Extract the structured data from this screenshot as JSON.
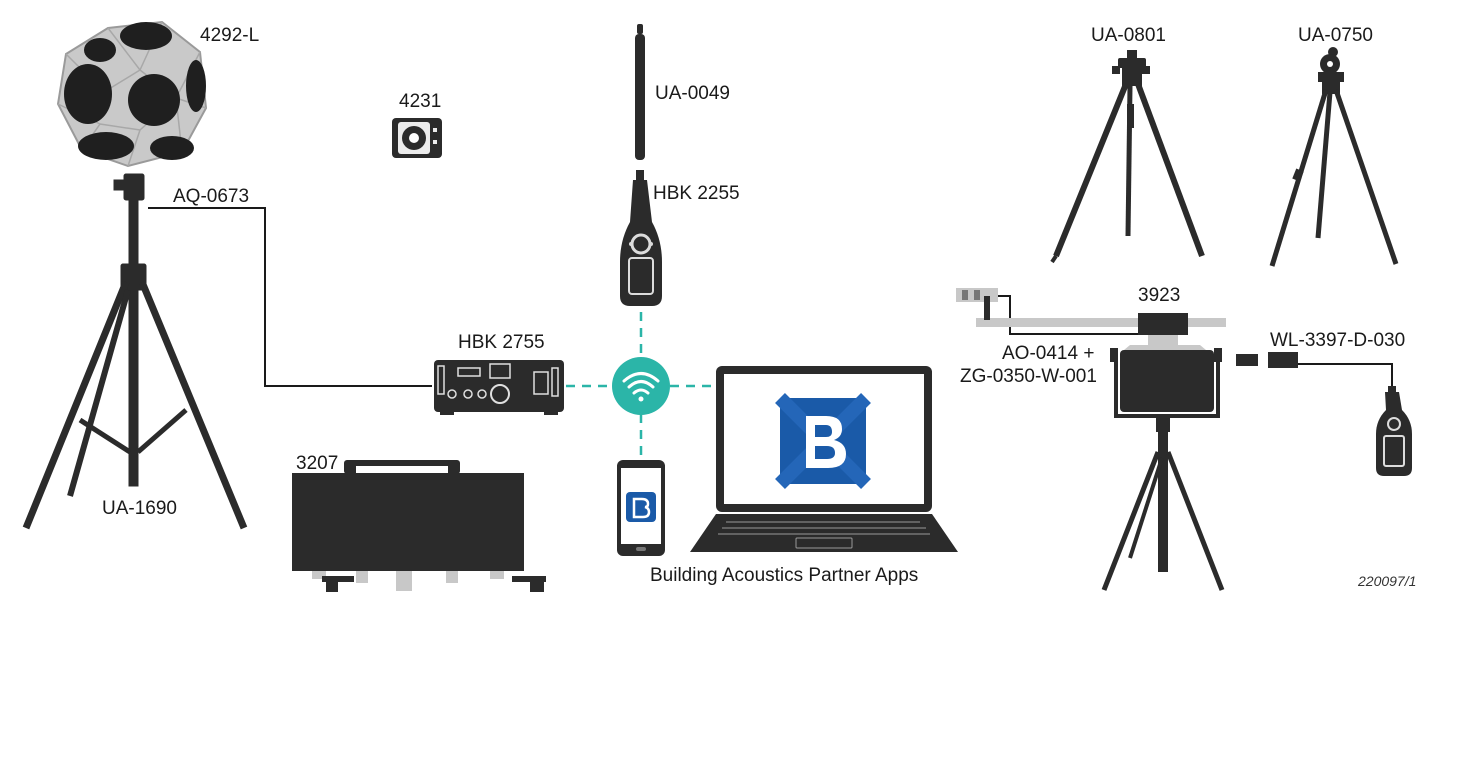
{
  "labels": {
    "dodecahedron": "4292-L",
    "calibrator": "4231",
    "mic_extension": "UA-0049",
    "slm_center": "HBK 2255",
    "cable": "AQ-0673",
    "amplifier": "HBK 2755",
    "stand_left": "UA-1690",
    "case": "3207",
    "apps": "Building Acoustics Partner Apps",
    "tripod1": "UA-0801",
    "tripod2": "UA-0750",
    "tapping_machine": "3923",
    "cable_adaptor_line1": "AO-0414 +",
    "cable_adaptor_line2": "ZG-0350-W-001",
    "wireless": "WL-3397-D-030",
    "figure_id": "220097/1"
  },
  "colors": {
    "device": "#2b2b2b",
    "line": "#1a1a1a",
    "wireless_link": "#2bb5a8",
    "app_blue": "#1a5aa8",
    "light_gray": "#c8c8c8"
  },
  "icons": {
    "hub": "wifi-icon",
    "app": "b-logo-icon"
  }
}
